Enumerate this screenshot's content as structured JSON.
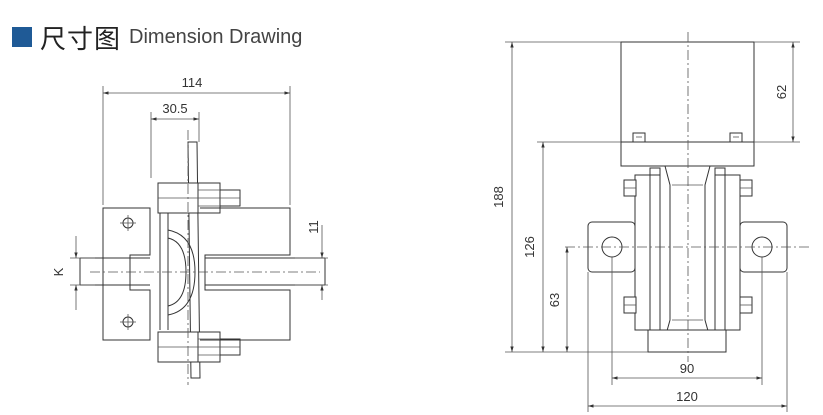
{
  "header": {
    "title_cn": "尺寸图",
    "title_en": "Dimension Drawing",
    "accent_color": "#1f5a96"
  },
  "left_view": {
    "dims": {
      "overall_width": "114",
      "offset_width": "30.5",
      "height_11": "11",
      "k_label": "K"
    }
  },
  "right_view": {
    "dims": {
      "overall_height": "188",
      "top_block": "62",
      "height_126": "126",
      "height_63": "63",
      "width_90": "90",
      "width_120": "120"
    }
  }
}
